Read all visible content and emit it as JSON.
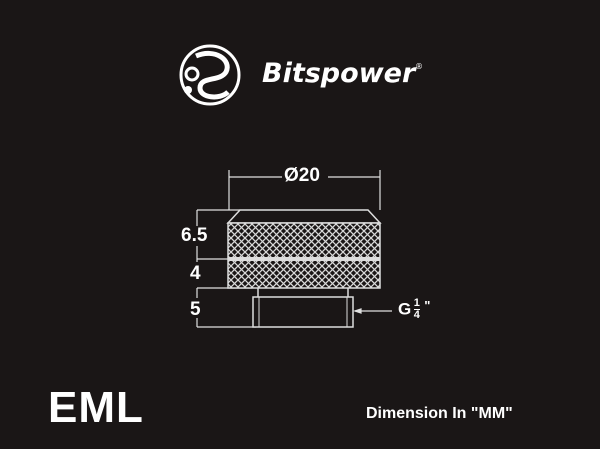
{
  "brand": {
    "name": "Bitspower",
    "registered_mark": "®"
  },
  "diagram": {
    "diameter_label": "Ø20",
    "height_labels": [
      "6.5",
      "4",
      "5"
    ],
    "thread_label": {
      "prefix": "G",
      "numerator": "1",
      "denominator": "4",
      "suffix": "\""
    }
  },
  "model": "EML",
  "unit_note": "Dimension In \"MM\""
}
